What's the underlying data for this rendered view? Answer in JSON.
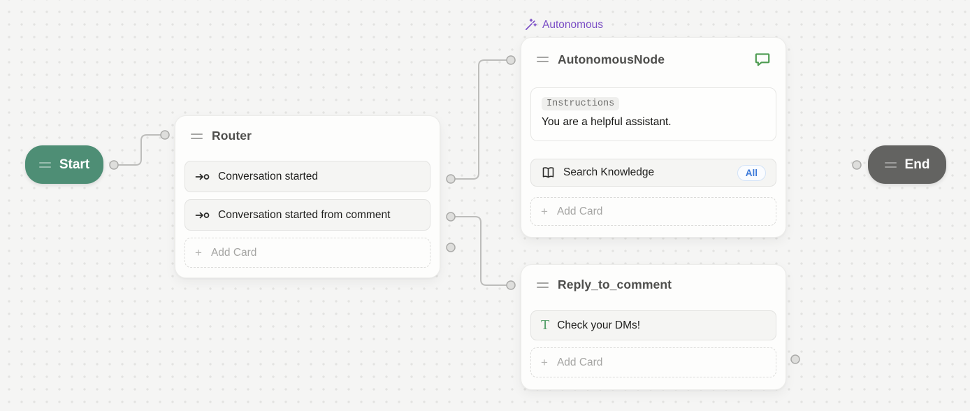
{
  "ui": {
    "add_card_label": "Add Card",
    "plus_glyph": "+"
  },
  "nodes": {
    "start": {
      "label": "Start"
    },
    "router": {
      "title": "Router",
      "cards": [
        {
          "label": "Conversation started"
        },
        {
          "label": "Conversation started from comment"
        }
      ]
    },
    "autonomous": {
      "badge": "Autonomous",
      "title": "AutonomousNode",
      "instructions_label": "Instructions",
      "instructions_text": "You are a helpful assistant.",
      "search_knowledge_label": "Search Knowledge",
      "search_knowledge_badge": "All"
    },
    "reply": {
      "title": "Reply_to_comment",
      "text_card": "Check your DMs!"
    },
    "end": {
      "label": "End"
    }
  },
  "icons": {
    "drag_handle": "two-bar grip",
    "entry_point": "arrow-into-circle",
    "wand": "magic-wand-sparkles",
    "speech_bubble": "chat-bubble-outline",
    "book": "open-book",
    "text_glyph": "T",
    "plus": "+"
  },
  "colors": {
    "canvas_bg": "#f5f5f4",
    "canvas_dots": "#e3e3e1",
    "start_node": "#4e8e75",
    "end_node": "#636361",
    "autonomous_badge": "#7b4fc6",
    "speech_bubble_icon": "#4d9b51",
    "text_icon": "#55a06a",
    "all_badge_text": "#3d7ad9",
    "edge": "#bdbdbb",
    "port_fill": "#dededc",
    "port_stroke": "#ababa9"
  }
}
